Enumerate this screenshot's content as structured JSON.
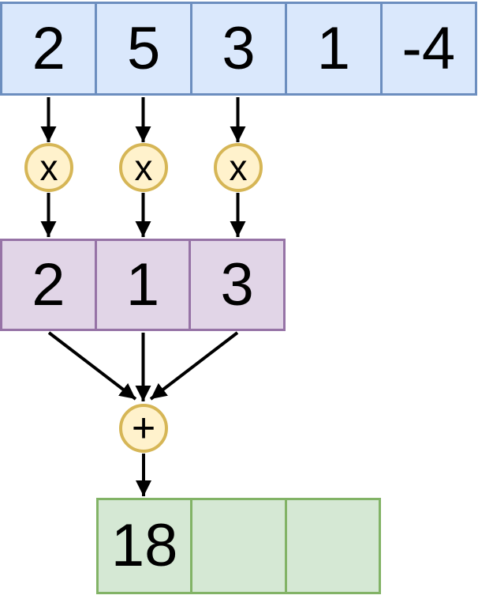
{
  "diagram": {
    "input_array": {
      "values": [
        "2",
        "5",
        "3",
        "1",
        "-4"
      ],
      "fill": "#dae8fc",
      "border_color": "#6c8ebf"
    },
    "kernel_array": {
      "values": [
        "2",
        "1",
        "3"
      ],
      "fill": "#e1d5e7",
      "border_color": "#9673a6"
    },
    "output_array": {
      "values": [
        "18",
        "",
        ""
      ],
      "fill": "#d5e8d4",
      "border_color": "#82b366"
    },
    "operators": {
      "multiply_symbol": "x",
      "add_symbol": "+",
      "fill": "#fff2cc",
      "border_color": "#d6b656"
    },
    "arrow_color": "#000000",
    "background": "#ffffff"
  }
}
